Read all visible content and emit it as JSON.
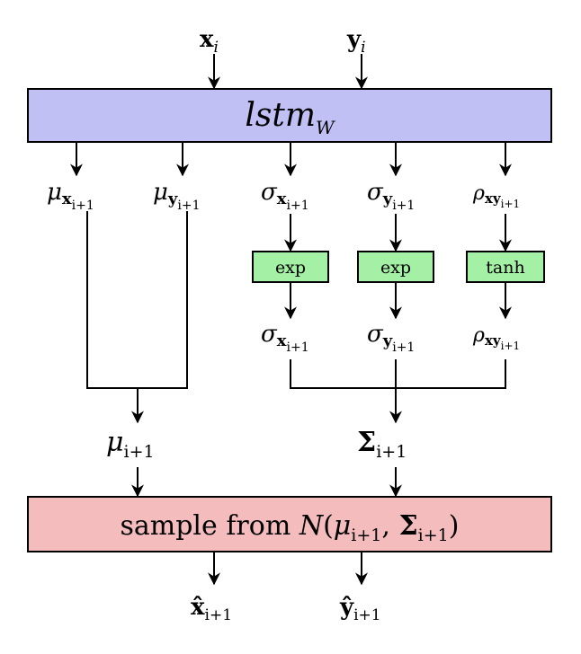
{
  "inputs": {
    "x": {
      "base": "x",
      "sub": "i"
    },
    "y": {
      "base": "y",
      "sub": "i"
    }
  },
  "lstm": {
    "text": "lstm",
    "sub": "W",
    "fill": "#c0c0f4",
    "stroke": "#000000"
  },
  "params": {
    "mu_x": {
      "greek": "μ",
      "var": "x",
      "sub": "i+1"
    },
    "mu_y": {
      "greek": "μ",
      "var": "y",
      "sub": "i+1"
    },
    "sigma_x": {
      "greek": "σ",
      "var": "x",
      "sub": "i+1"
    },
    "sigma_y": {
      "greek": "σ",
      "var": "y",
      "sub": "i+1"
    },
    "rho_xy": {
      "greek": "ρ",
      "var": "xy",
      "sub": "i+1"
    }
  },
  "transforms": {
    "fill": "#a4f0a4",
    "exp_x": "exp",
    "exp_y": "exp",
    "tanh": "tanh"
  },
  "outputs_transformed": {
    "sigma_x": {
      "greek": "σ",
      "var": "x",
      "sub": "i+1"
    },
    "sigma_y": {
      "greek": "σ",
      "var": "y",
      "sub": "i+1"
    },
    "rho_xy": {
      "greek": "ρ",
      "var": "xy",
      "sub": "i+1"
    }
  },
  "combined": {
    "mu": {
      "greek": "μ",
      "sub": "i+1"
    },
    "sigma": {
      "greek": "Σ",
      "sub": "i+1"
    }
  },
  "sample": {
    "prefix": "sample from ",
    "dist": "N",
    "open": "(",
    "mu": "μ",
    "mu_sub": "i+1",
    "comma": ", ",
    "sigma": "Σ",
    "sigma_sub": "i+1",
    "close": ")",
    "fill": "#f4bcbc"
  },
  "results": {
    "x_hat": {
      "base": "x̂",
      "sub": "i+1"
    },
    "y_hat": {
      "base": "ŷ",
      "sub": "i+1"
    }
  }
}
